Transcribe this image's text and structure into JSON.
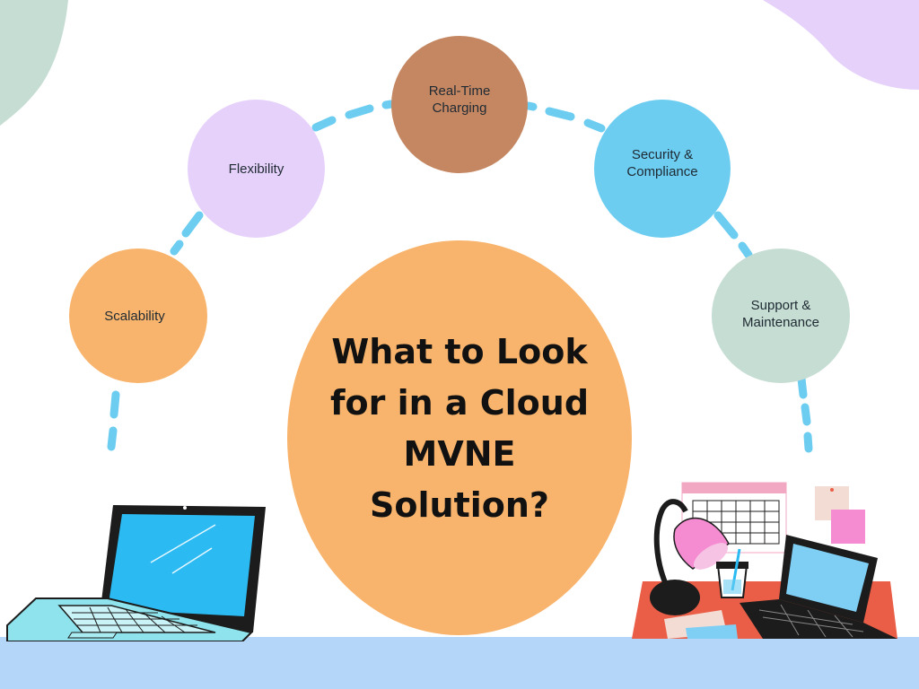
{
  "title": "What to Look for in a Cloud MVNE Solution?",
  "nodes": {
    "scalability": "Scalability",
    "flexibility": "Flexibility",
    "realtime_line1": "Real-Time",
    "realtime_line2": "Charging",
    "security_line1": "Security &",
    "security_line2": "Compliance",
    "support_line1": "Support &",
    "support_line2": "Maintenance"
  },
  "colors": {
    "center": "#f8b46c",
    "scalability": "#f8b46c",
    "flexibility": "#e6d1fb",
    "realtime": "#c58762",
    "security": "#6ccdf1",
    "support": "#c5ddd2",
    "connector": "#6ccdf1",
    "floor": "#b3d6f9"
  },
  "icons": [
    "laptop-illustration",
    "desk-lamp-illustration",
    "calendar-illustration",
    "sticky-notes-illustration",
    "laptop-on-desk-illustration",
    "drink-cup-illustration"
  ]
}
